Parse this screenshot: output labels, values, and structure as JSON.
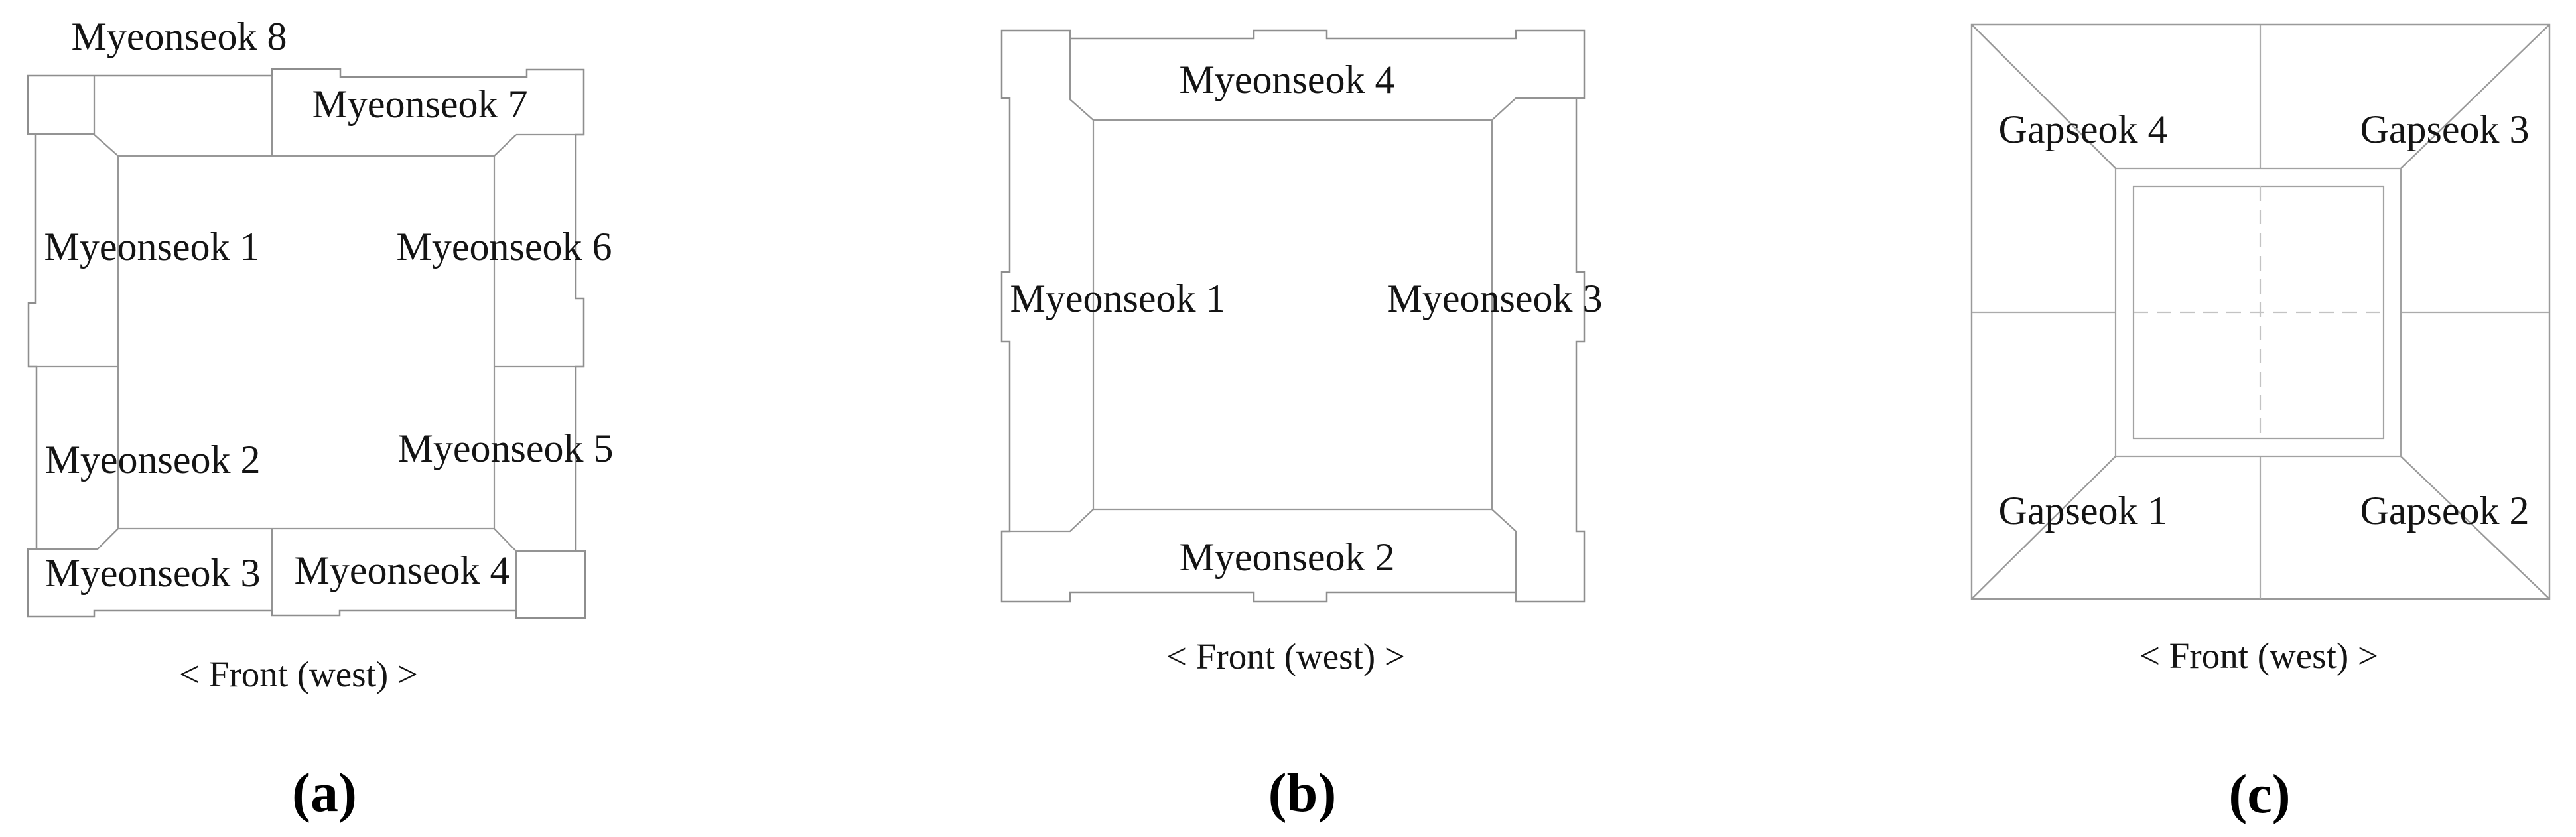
{
  "colors": {
    "background": "#ffffff",
    "line": "#8e8e8e",
    "light_line": "#c3c3c3",
    "text": "#141414"
  },
  "panels": [
    {
      "id": "a",
      "caption": "(a)",
      "front_label": "< Front (west) >",
      "stones": [
        {
          "label": "Myeonseok 1"
        },
        {
          "label": "Myeonseok 2"
        },
        {
          "label": "Myeonseok 3"
        },
        {
          "label": "Myeonseok 4"
        },
        {
          "label": "Myeonseok 5"
        },
        {
          "label": "Myeonseok 6"
        },
        {
          "label": "Myeonseok 7"
        },
        {
          "label": "Myeonseok 8"
        }
      ]
    },
    {
      "id": "b",
      "caption": "(b)",
      "front_label": "< Front (west) >",
      "stones": [
        {
          "label": "Myeonseok 1"
        },
        {
          "label": "Myeonseok 2"
        },
        {
          "label": "Myeonseok 3"
        },
        {
          "label": "Myeonseok 4"
        }
      ]
    },
    {
      "id": "c",
      "caption": "(c)",
      "front_label": "< Front (west) >",
      "stones": [
        {
          "label": "Gapseok 1"
        },
        {
          "label": "Gapseok 2"
        },
        {
          "label": "Gapseok 3"
        },
        {
          "label": "Gapseok 4"
        }
      ]
    }
  ]
}
